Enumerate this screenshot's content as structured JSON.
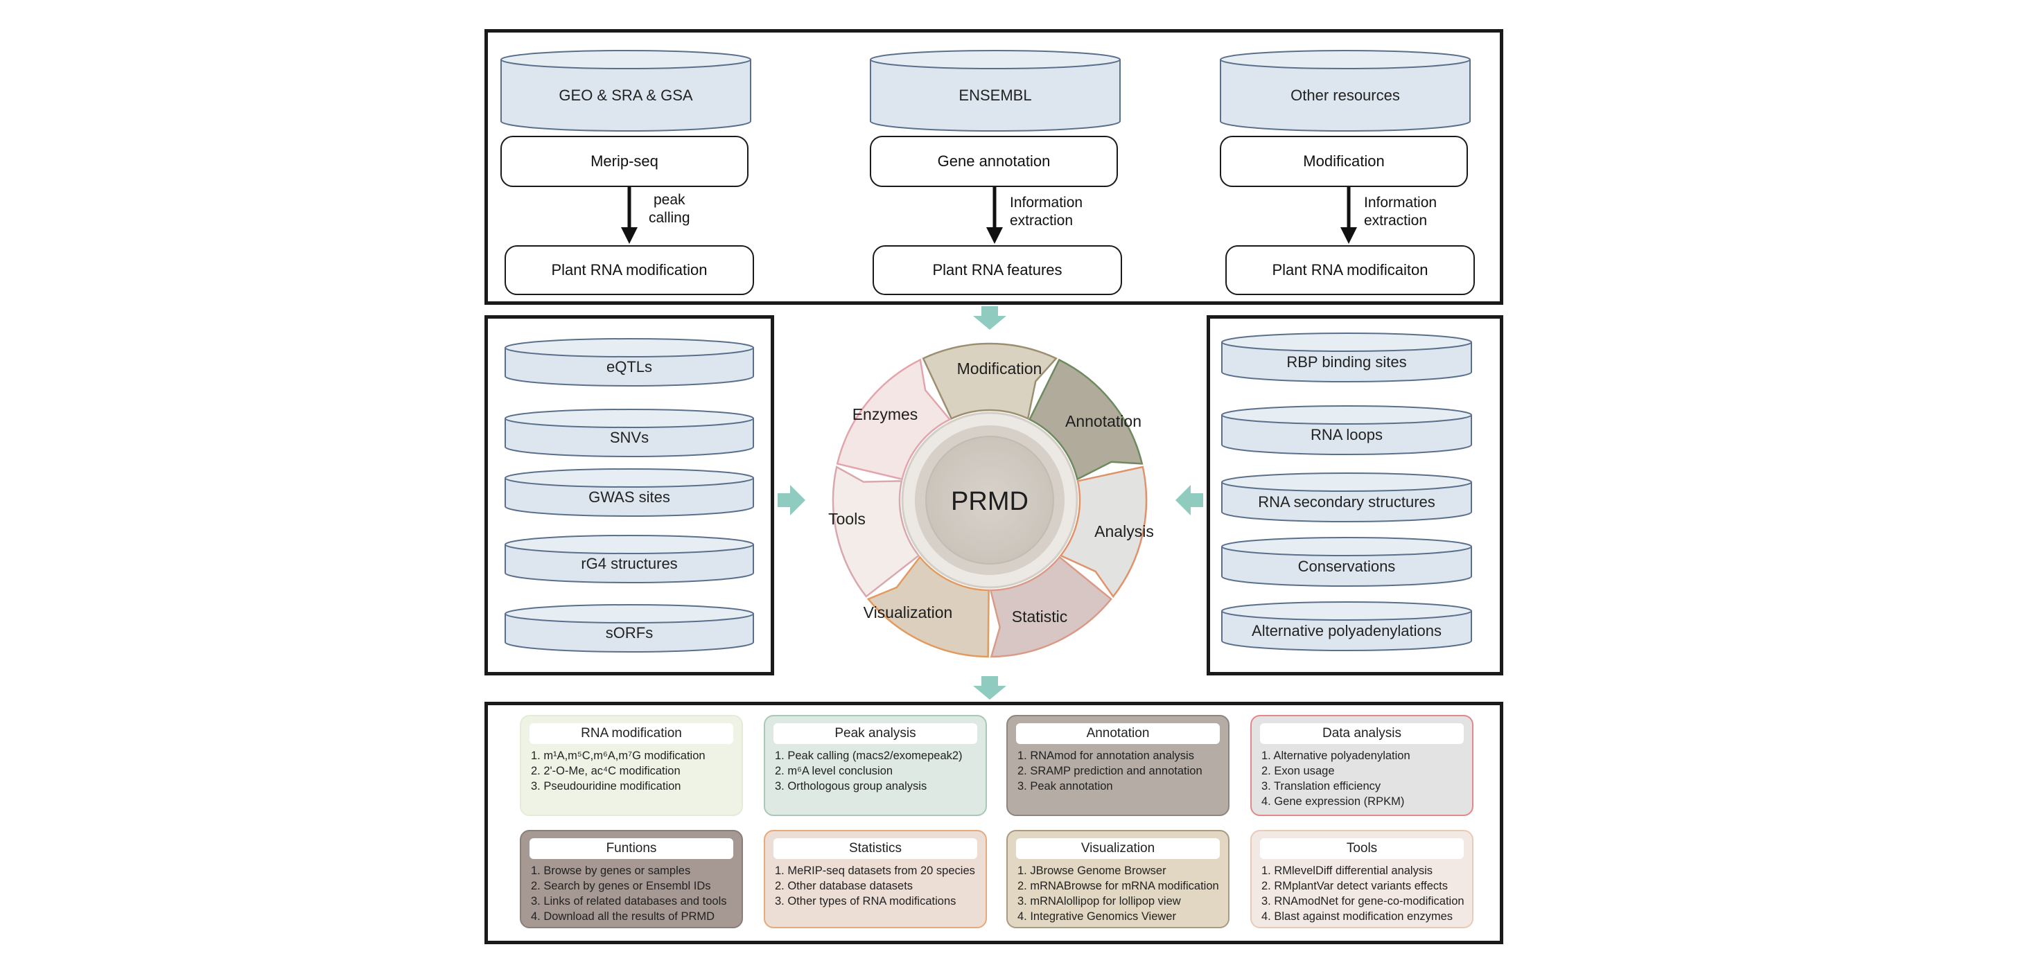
{
  "sources": [
    {
      "db": "GEO & SRA & GSA",
      "method": "Merip-seq",
      "process": [
        "peak",
        "calling"
      ],
      "result": "Plant RNA modification"
    },
    {
      "db": "ENSEMBL",
      "method": "Gene annotation",
      "process": [
        "Information",
        "extraction"
      ],
      "result": "Plant RNA features"
    },
    {
      "db": "Other resources",
      "method": "Modification",
      "process": [
        "Information",
        "extraction"
      ],
      "result": "Plant RNA modificaiton"
    }
  ],
  "left_dbs": [
    "eQTLs",
    "SNVs",
    "GWAS sites",
    "rG4 structures",
    "sORFs"
  ],
  "right_dbs": [
    "RBP binding sites",
    "RNA loops",
    "RNA secondary structures",
    "Conservations",
    "Alternative polyadenylations"
  ],
  "wheel": {
    "center": "PRMD",
    "segments": [
      {
        "label": "Modification",
        "fill": "#d9d2c0",
        "stroke": "#9b8f6f"
      },
      {
        "label": "Annotation",
        "fill": "#b1ab9c",
        "stroke": "#6e8a5e"
      },
      {
        "label": "Analysis",
        "fill": "#e2e2e0",
        "stroke": "#e0936a"
      },
      {
        "label": "Statistic",
        "fill": "#d8c6c4",
        "stroke": "#d99a86"
      },
      {
        "label": "Visualization",
        "fill": "#dccfbd",
        "stroke": "#e39a5e"
      },
      {
        "label": "Tools",
        "fill": "#f3ece8",
        "stroke": "#d8a8ad"
      },
      {
        "label": "Enzymes",
        "fill": "#f5e6e6",
        "stroke": "#e3a4ab"
      }
    ]
  },
  "cards": [
    {
      "title": "RNA modification",
      "bg": "#eef3e6",
      "border": "#e4ecd8",
      "items": [
        "1. m¹A,m⁵C,m⁶A,m⁷G modification",
        "2. 2'-O-Me, ac⁴C modification",
        "3. Pseudouridine modification"
      ]
    },
    {
      "title": "Peak analysis",
      "bg": "#dde9e2",
      "border": "#a9c8b6",
      "items": [
        "1. Peak calling (macs2/exomepeak2)",
        "2. m⁶A level conclusion",
        "3. Orthologous group analysis"
      ]
    },
    {
      "title": "Annotation",
      "bg": "#b4aca5",
      "border": "#8e857d",
      "items": [
        "1. RNAmod for annotation analysis",
        "2. SRAMP prediction and annotation",
        "3. Peak annotation"
      ]
    },
    {
      "title": "Data analysis",
      "bg": "#e3e3e3",
      "border": "#e2878a",
      "items": [
        "1. Alternative polyadenylation",
        "2. Exon usage",
        "3. Translation efficiency",
        "4. Gene expression (RPKM)"
      ]
    },
    {
      "title": "Funtions",
      "bg": "#a69994",
      "border": "#8b7d77",
      "items": [
        "1. Browse by genes or samples",
        "2. Search by genes or Ensembl IDs",
        "3. Links of related databases and tools",
        "4. Download all the results of PRMD"
      ]
    },
    {
      "title": "Statistics",
      "bg": "#ecddd5",
      "border": "#e6a97c",
      "items": [
        "1. MeRIP-seq datasets from 20 species",
        "2. Other database datasets",
        "3. Other types of RNA modifications"
      ]
    },
    {
      "title": "Visualization",
      "bg": "#e2d7c2",
      "border": "#a99a80",
      "items": [
        "1. JBrowse Genome Browser",
        "2. mRNABrowse for mRNA modification",
        "3. mRNAlollipop for lollipop view",
        "4. Integrative Genomics Viewer"
      ]
    },
    {
      "title": "Tools",
      "bg": "#f3e9e4",
      "border": "#eac9b6",
      "items": [
        "1. RMlevelDiff differential analysis",
        "2. RMplantVar detect variants effects",
        "3. RNAmodNet for gene-co-modification",
        "4. Blast against modification enzymes"
      ]
    }
  ],
  "colors": {
    "cylinder_fill": "#dde6ee",
    "cylinder_stroke": "#5a6f8c",
    "arrow_teal": "#8fcbbf"
  }
}
